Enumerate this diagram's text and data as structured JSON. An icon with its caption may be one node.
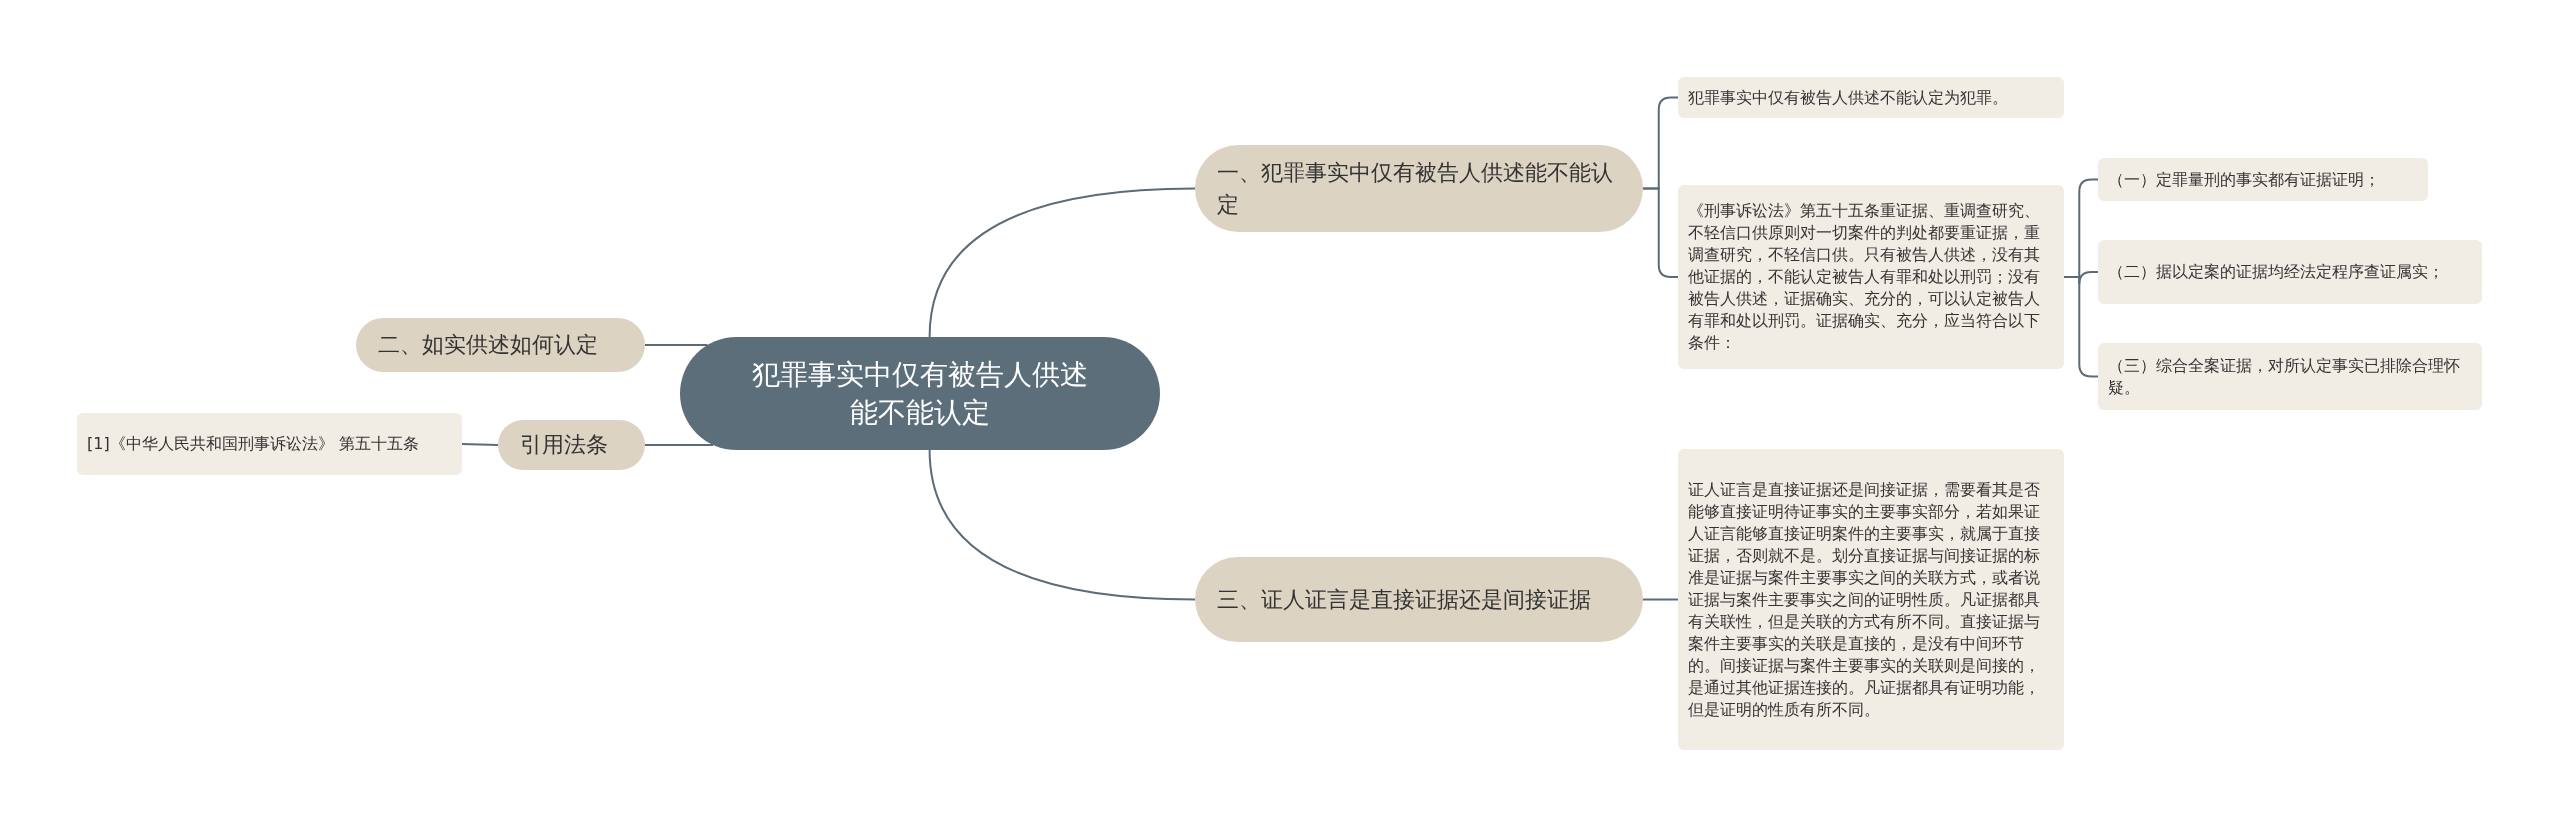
{
  "diagram": {
    "nodes": [
      {
        "text": [
          "犯罪事实中仅有被告人供述能不能认定"
        ]
      },
      {
        "text": [
          "一、犯罪事实中仅有被告人供述能不能认定"
        ]
      },
      {
        "text": [
          "犯罪事实中仅有被告人供述不能认定为犯罪。"
        ]
      },
      {
        "text": [
          "《刑事诉讼法》第五十五条重证据、重调查研究、不轻信口供原则对一切案件的判处都要重证据，重调查研究，不轻信口供。只有被告人供述，没有其他证据的，不能认定被告人有罪和处以刑罚；没有被告人供述，证据确实、充分的，可以认定被告人有罪和处以刑罚。证据确实、充分，应当符合以下条件："
        ]
      },
      {
        "text": [
          "（一）定罪量刑的事实都有证据证明；"
        ]
      },
      {
        "text": [
          "（二）据以定案的证据均经法定程序查证属实；"
        ]
      },
      {
        "text": [
          "（三）综合全案证据，对所认定事实已排除合理怀疑。"
        ]
      },
      {
        "text": [
          "三、证人证言是直接证据还是间接证据"
        ]
      },
      {
        "text": [
          "证人证言是直接证据还是间接证据，需要看其是否能够直接证明待证事实的主要事实部分，若如果证人证言能够直接证明案件的主要事实，就属于直接证据，否则就不是。划分直接证据与间接证据的标准是证据与案件主要事实之间的关联方式，或者说证据与案件主要事实之间的证明性质。凡证据都具有关联性，但是关联的方式有所不同。直接证据与案件主要事实的关联是直接的，是没有中间环节的。间接证据与案件主要事实的关联则是间接的，是通过其他证据连接的。凡证据都具有证明功能，但是证明的性质有所不同。"
        ]
      },
      {
        "text": [
          "二、如实供述如何认定"
        ]
      },
      {
        "text": [
          "引用法条"
        ]
      },
      {
        "text": [
          "[1]《中华人民共和国刑事诉讼法》 第五十五条"
        ]
      }
    ],
    "edges": [
      {
        "from": 0,
        "to": 1,
        "arrow": "none"
      },
      {
        "from": 1,
        "to": 2,
        "arrow": "none"
      },
      {
        "from": 1,
        "to": 3,
        "arrow": "none"
      },
      {
        "from": 3,
        "to": 4,
        "arrow": "none"
      },
      {
        "from": 3,
        "to": 5,
        "arrow": "none"
      },
      {
        "from": 3,
        "to": 6,
        "arrow": "none"
      },
      {
        "from": 0,
        "to": 7,
        "arrow": "none"
      },
      {
        "from": 7,
        "to": 8,
        "arrow": "none"
      },
      {
        "from": 0,
        "to": 9,
        "arrow": "none"
      },
      {
        "from": 0,
        "to": 10,
        "arrow": "none"
      },
      {
        "from": 10,
        "to": 11,
        "arrow": "none"
      }
    ]
  }
}
